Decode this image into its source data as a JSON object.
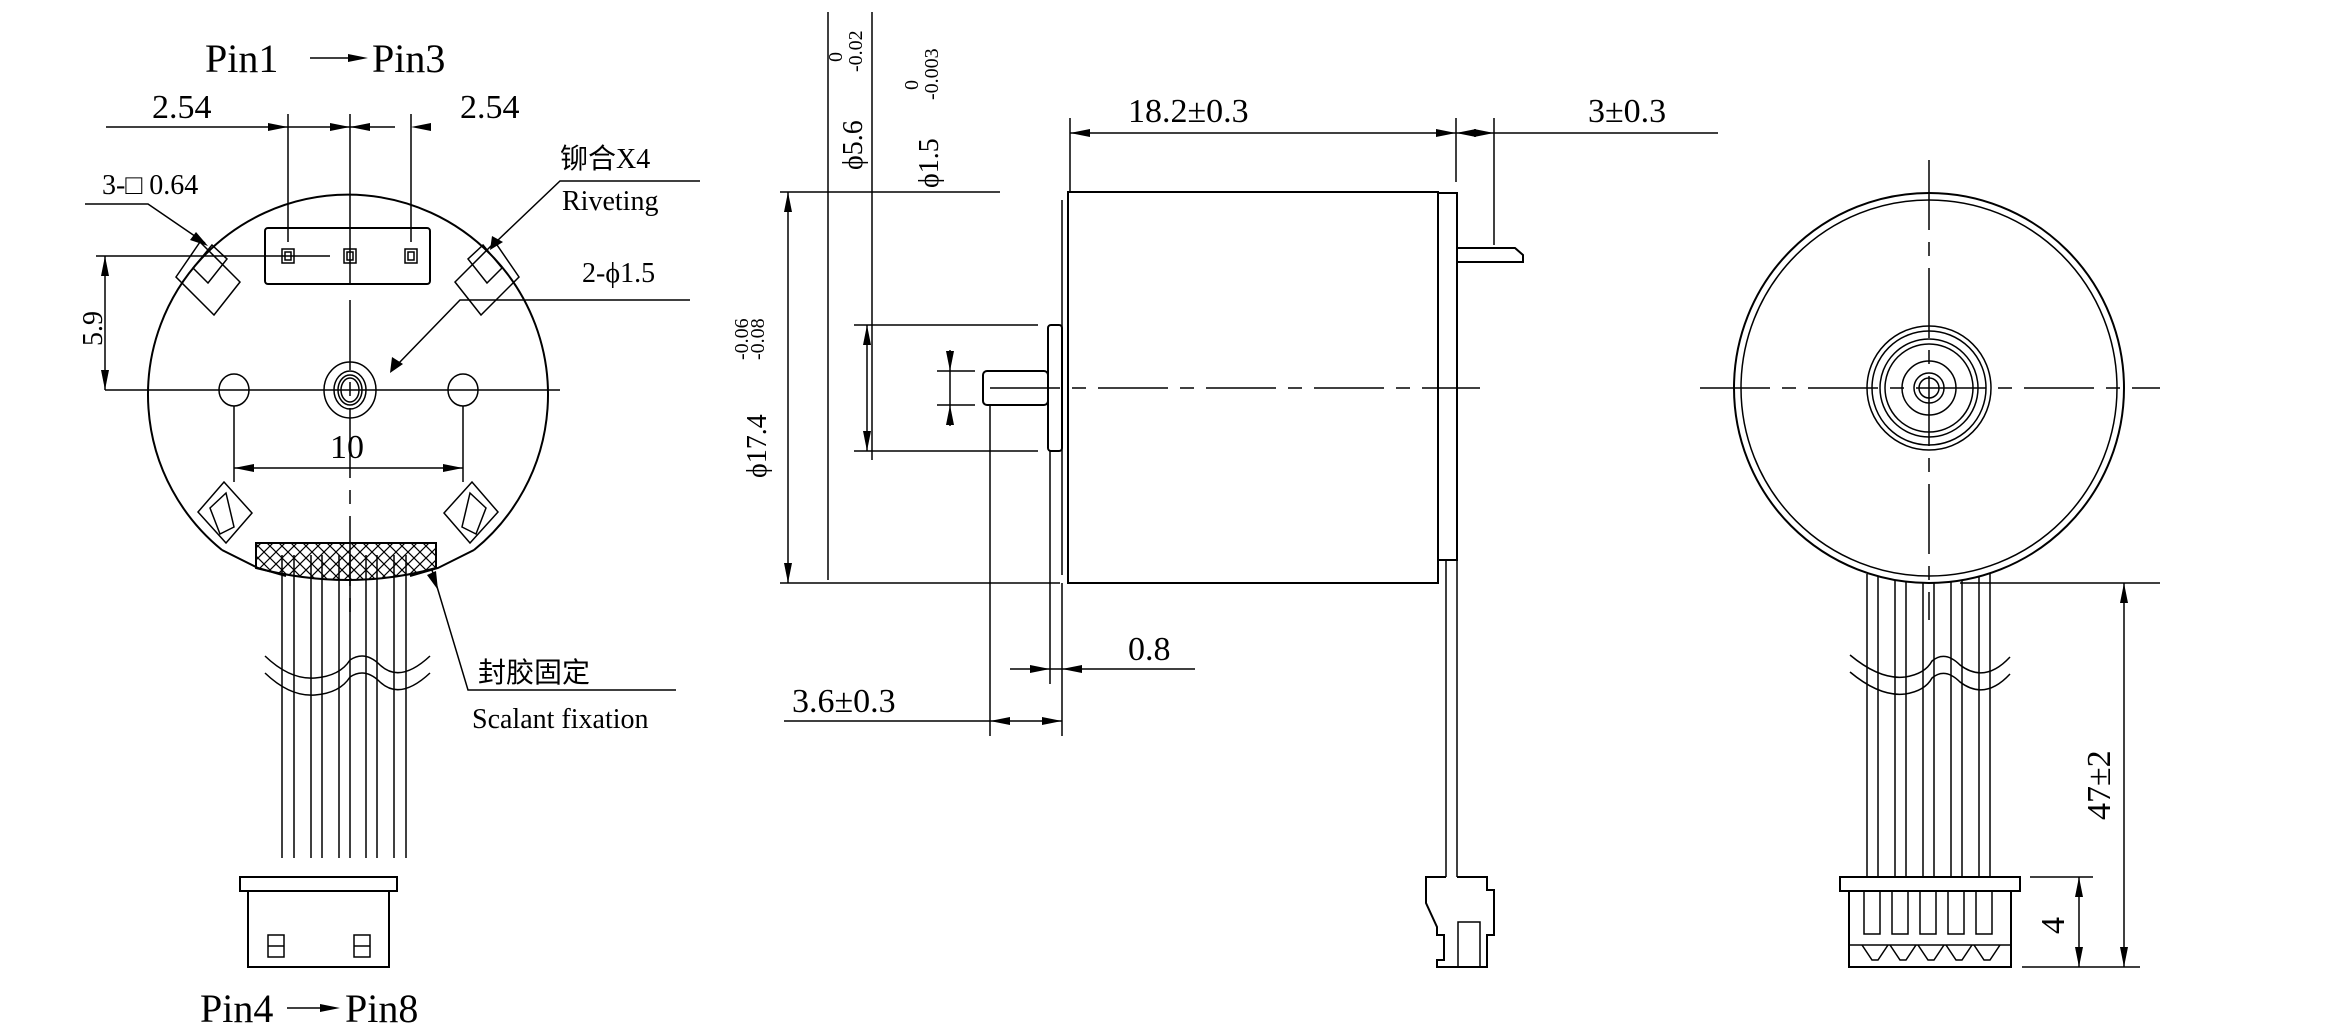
{
  "drawing": {
    "type": "motor outline dimension drawing",
    "units": "mm",
    "background": "#ffffff",
    "line_color": "#000000"
  },
  "left_view": {
    "pin_top_label_start": "Pin1",
    "pin_top_label_end": "Pin3",
    "pitch_left": "2.54",
    "pitch_right": "2.54",
    "pin_square_callout": "3-□ 0.64",
    "riveting_cn": "铆合X4",
    "riveting_en": "Riveting",
    "hole_callout": "2-ϕ1.5",
    "height_dim": "5.9",
    "hole_spacing": "10",
    "sealant_cn": "封胶固定",
    "sealant_en": "Scalant fixation",
    "pin_bottom_label_start": "Pin4",
    "pin_bottom_label_end": "Pin8"
  },
  "side_view": {
    "shaft_dia_main": "ϕ5.6",
    "shaft_dia_main_upper": "0",
    "shaft_dia_main_lower": "-0.02",
    "shaft_dia_small": "ϕ1.5",
    "shaft_dia_small_upper": "0",
    "shaft_dia_small_lower": "-0.003",
    "body_dia": "ϕ17.4",
    "body_dia_upper": "-0.06",
    "body_dia_lower": "-0.08",
    "body_length": "18.2±0.3",
    "pin_length": "3±0.3",
    "flange_thickness": "0.8",
    "shaft_length": "3.6±0.3"
  },
  "right_view": {
    "lead_length": "47±2",
    "connector_height": "4"
  }
}
